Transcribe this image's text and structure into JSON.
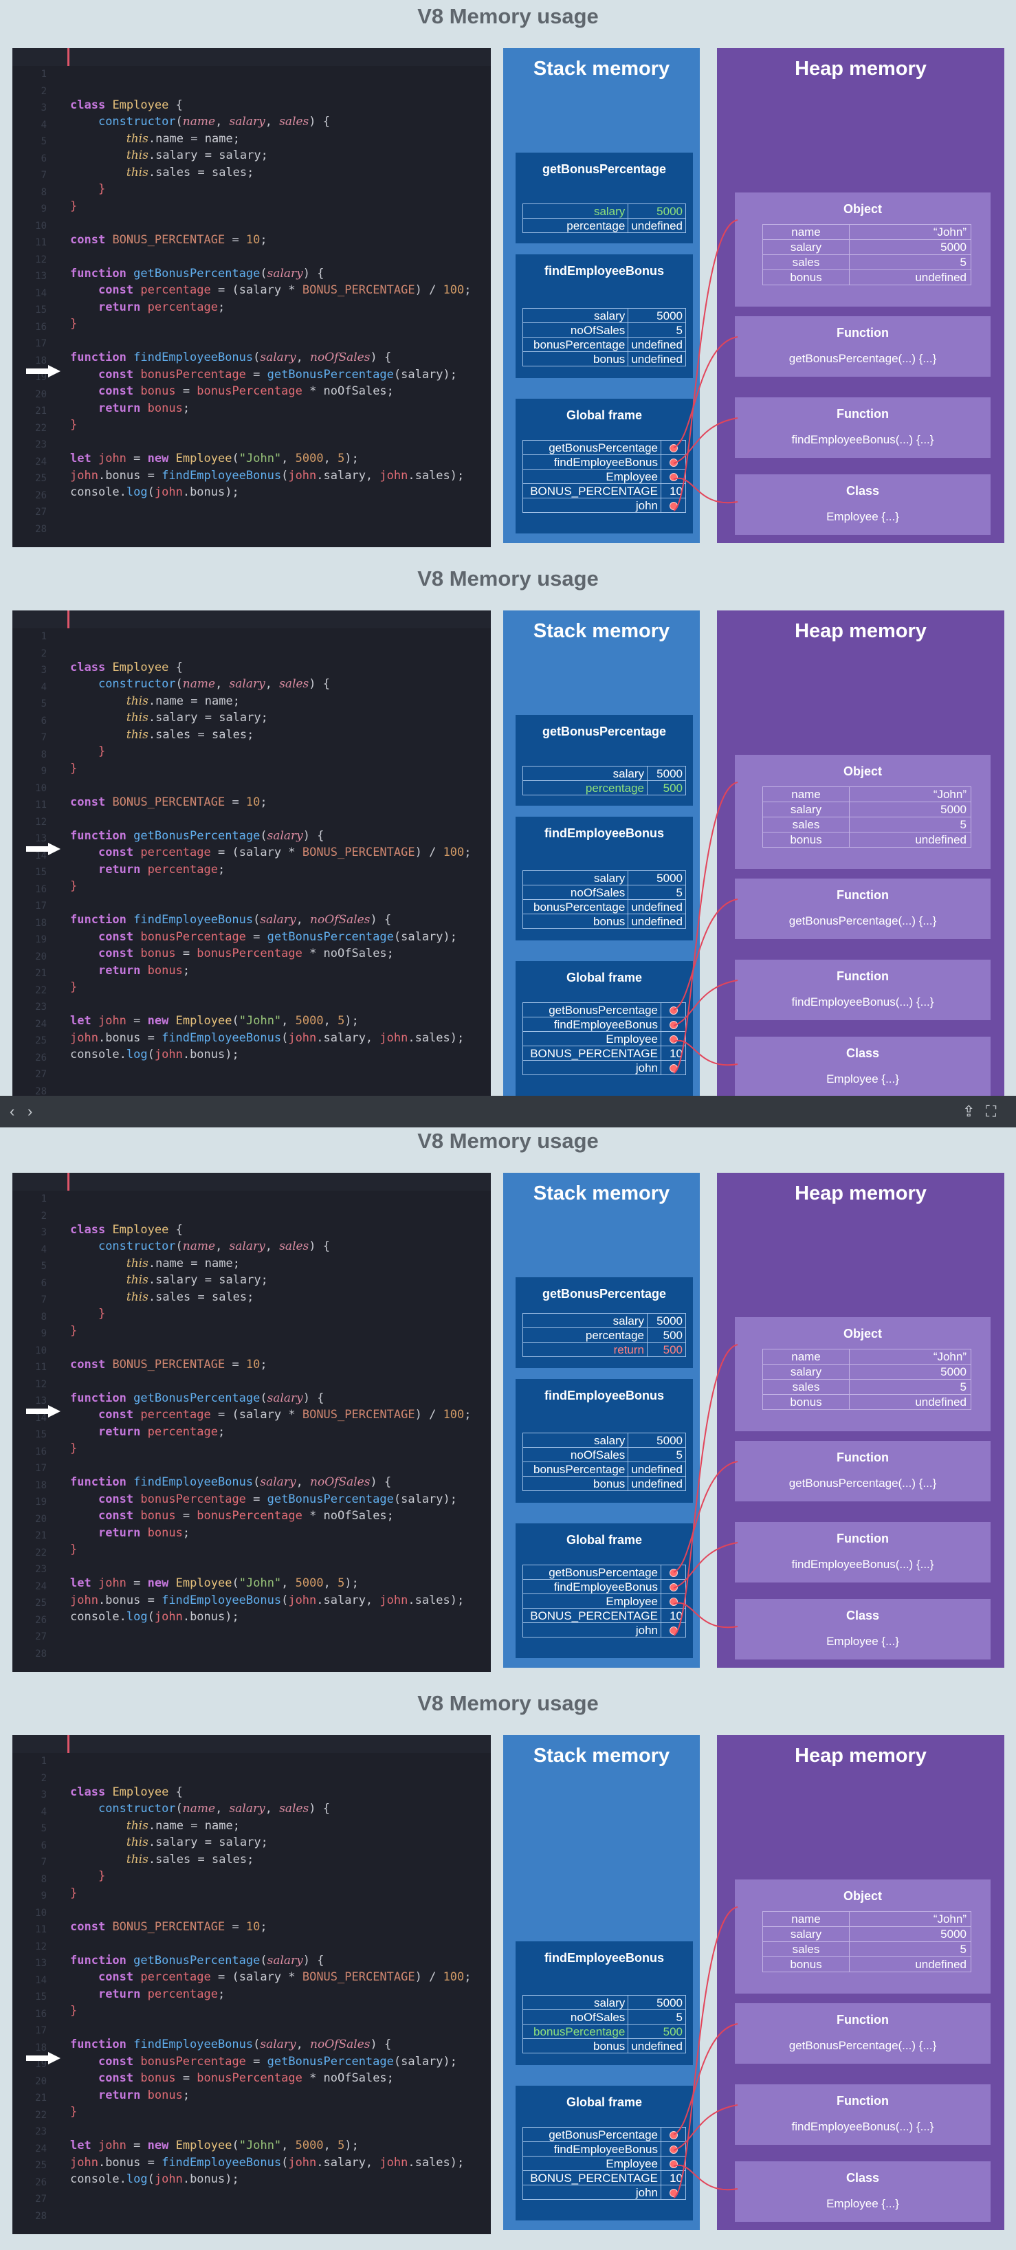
{
  "title": "V8 Memory usage",
  "stack_title": "Stack memory",
  "heap_title": "Heap memory",
  "code_lines": [
    {
      "type": "blank"
    },
    {
      "type": "class_decl",
      "kw": "class",
      "name": "Employee",
      "rest": " {"
    },
    {
      "type": "ctor",
      "kw": "constructor",
      "p1": "name",
      "p2": "salary",
      "p3": "sales",
      "rest": ") {"
    },
    {
      "type": "assign",
      "th": "this",
      "prop": ".name = ",
      "val": "name",
      "end": ";"
    },
    {
      "type": "assign",
      "th": "this",
      "prop": ".salary = ",
      "val": "salary",
      "end": ";"
    },
    {
      "type": "assign",
      "th": "this",
      "prop": ".sales = ",
      "val": "sales",
      "end": ";"
    },
    {
      "type": "close",
      "text": "    }"
    },
    {
      "type": "close",
      "text": "}"
    },
    {
      "type": "blank"
    },
    {
      "type": "const_decl",
      "kw": "const",
      "name": "BONUS_PERCENTAGE",
      "eq": " = ",
      "val": "10",
      "end": ";"
    },
    {
      "type": "blank"
    },
    {
      "type": "fn_decl",
      "kw": "function",
      "name": "getBonusPercentage",
      "params": "salary",
      "rest": ") {"
    },
    {
      "type": "calc",
      "kw": "const",
      "name": "percentage",
      "a": " = (",
      "b": "salary",
      "c": " * ",
      "d": "BONUS_PERCENTAGE",
      "e": ") / ",
      "f": "100",
      "g": ";"
    },
    {
      "type": "ret",
      "kw": "return",
      "val": "percentage",
      "end": ";"
    },
    {
      "type": "close",
      "text": "}"
    },
    {
      "type": "blank"
    },
    {
      "type": "fn_decl2",
      "kw": "function",
      "name": "findEmployeeBonus",
      "p1": "salary",
      "p2": "noOfSales",
      "rest": ") {"
    },
    {
      "type": "call",
      "kw": "const",
      "name": "bonusPercentage",
      "eq": " = ",
      "fn": "getBonusPercentage",
      "arg": "(salary);"
    },
    {
      "type": "mult",
      "kw": "const",
      "name": "bonus",
      "eq": " = ",
      "a": "bonusPercentage",
      "b": " * ",
      "c": "noOfSales",
      "end": ";"
    },
    {
      "type": "ret",
      "kw": "return",
      "val": "bonus",
      "end": ";"
    },
    {
      "type": "close",
      "text": "}"
    },
    {
      "type": "blank"
    },
    {
      "type": "let_new",
      "kw": "let",
      "name": "john",
      "eq": " = ",
      "kw2": "new",
      "cls": "Employee",
      "a": "(",
      "s": "\"John\"",
      "b": ", ",
      "n1": "5000",
      "c": ", ",
      "n2": "5",
      "end": ");"
    },
    {
      "type": "bonus_assign",
      "a": "john",
      "b": ".bonus = ",
      "fn": "findEmployeeBonus",
      "c": "(",
      "d": "john",
      "e": ".salary, ",
      "f": "john",
      "g": ".sales);"
    },
    {
      "type": "log",
      "a": "console",
      "b": ".",
      "fn": "log",
      "c": "(",
      "d": "john",
      "e": ".bonus);"
    }
  ],
  "panels": [
    {
      "id": 1,
      "frames": [
        {
          "title": "getBonusPercentage",
          "rows": [
            {
              "k": "salary",
              "v": "5000",
              "hl": "green"
            },
            {
              "k": "percentage",
              "v": "undefined",
              "hl": ""
            }
          ]
        },
        {
          "title": "findEmployeeBonus",
          "rows": [
            {
              "k": "salary",
              "v": "5000",
              "hl": ""
            },
            {
              "k": "noOfSales",
              "v": "5",
              "hl": ""
            },
            {
              "k": "bonusPercentage",
              "v": "undefined",
              "hl": ""
            },
            {
              "k": "bonus",
              "v": "undefined",
              "hl": ""
            }
          ]
        }
      ]
    },
    {
      "id": 2,
      "frames": [
        {
          "title": "getBonusPercentage",
          "rows": [
            {
              "k": "salary",
              "v": "5000",
              "hl": ""
            },
            {
              "k": "percentage",
              "v": "500",
              "hl": "green"
            }
          ]
        },
        {
          "title": "findEmployeeBonus",
          "rows": [
            {
              "k": "salary",
              "v": "5000",
              "hl": ""
            },
            {
              "k": "noOfSales",
              "v": "5",
              "hl": ""
            },
            {
              "k": "bonusPercentage",
              "v": "undefined",
              "hl": ""
            },
            {
              "k": "bonus",
              "v": "undefined",
              "hl": ""
            }
          ]
        }
      ]
    },
    {
      "id": 3,
      "frames": [
        {
          "title": "getBonusPercentage",
          "rows": [
            {
              "k": "salary",
              "v": "5000",
              "hl": ""
            },
            {
              "k": "percentage",
              "v": "500",
              "hl": ""
            },
            {
              "k": "return",
              "v": "500",
              "hl": "red"
            }
          ]
        },
        {
          "title": "findEmployeeBonus",
          "rows": [
            {
              "k": "salary",
              "v": "5000",
              "hl": ""
            },
            {
              "k": "noOfSales",
              "v": "5",
              "hl": ""
            },
            {
              "k": "bonusPercentage",
              "v": "undefined",
              "hl": ""
            },
            {
              "k": "bonus",
              "v": "undefined",
              "hl": ""
            }
          ]
        }
      ]
    },
    {
      "id": 4,
      "frames": [
        {
          "title": "findEmployeeBonus",
          "rows": [
            {
              "k": "salary",
              "v": "5000",
              "hl": ""
            },
            {
              "k": "noOfSales",
              "v": "5",
              "hl": ""
            },
            {
              "k": "bonusPercentage",
              "v": "500",
              "hl": "green"
            },
            {
              "k": "bonus",
              "v": "undefined",
              "hl": ""
            }
          ]
        }
      ]
    }
  ],
  "global_frame": {
    "title": "Global frame",
    "rows": [
      {
        "k": "getBonusPercentage",
        "ref": true
      },
      {
        "k": "findEmployeeBonus",
        "ref": true
      },
      {
        "k": "Employee",
        "ref": true
      },
      {
        "k": "BONUS_PERCENTAGE",
        "v": "10",
        "ref": false
      },
      {
        "k": "john",
        "ref": true
      }
    ]
  },
  "heap": {
    "object": {
      "title": "Object",
      "rows": [
        {
          "k": "name",
          "v": "“John”"
        },
        {
          "k": "salary",
          "v": "5000"
        },
        {
          "k": "sales",
          "v": "5"
        },
        {
          "k": "bonus",
          "v": "undefined"
        }
      ]
    },
    "function1": {
      "title": "Function",
      "text": "getBonusPercentage(...) {...}"
    },
    "function2": {
      "title": "Function",
      "text": "findEmployeeBonus(...) {...}"
    },
    "class": {
      "title": "Class",
      "text": "Employee {...}"
    }
  },
  "navbar": {
    "prev": "‹",
    "next": "›",
    "share": "⇪",
    "fullscreen": "⛶"
  },
  "colors": {
    "stack": "#3d7fc5",
    "frame": "#0f4f91",
    "heap": "#6d4ca3",
    "heapbox": "#9177c6",
    "highlight": "#8fe07c",
    "return": "#ff8080"
  }
}
